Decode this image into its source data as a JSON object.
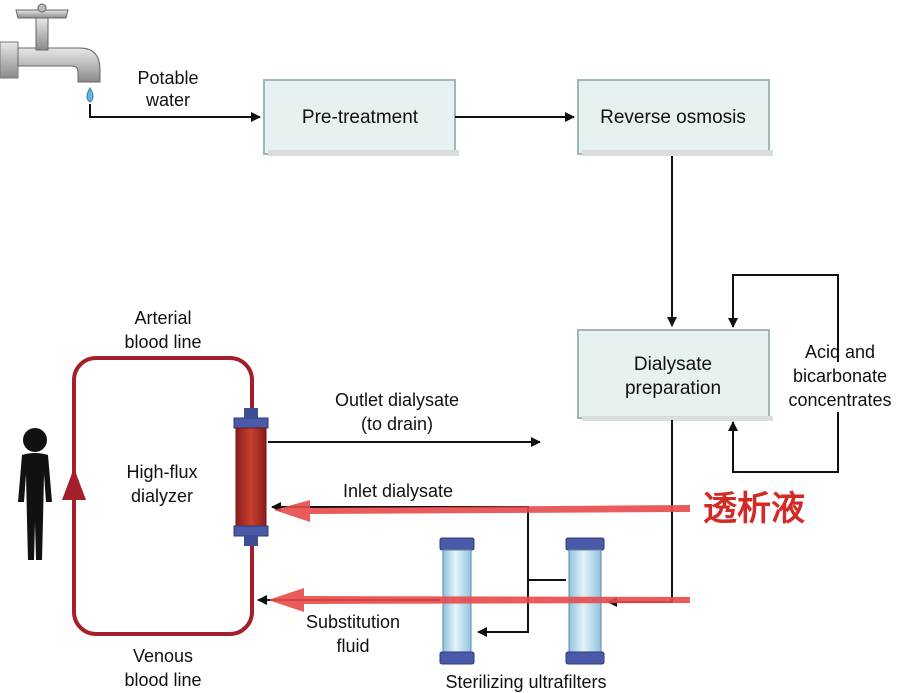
{
  "labels": {
    "potable_water_1": "Potable",
    "potable_water_2": "water",
    "pretreatment": "Pre-treatment",
    "reverse_osmosis": "Reverse osmosis",
    "dialysate_prep_1": "Dialysate",
    "dialysate_prep_2": "preparation",
    "acid_1": "Acid and",
    "acid_2": "bicarbonate",
    "acid_3": "concentrates",
    "arterial_1": "Arterial",
    "arterial_2": "blood line",
    "dialyzer_1": "High-flux",
    "dialyzer_2": "dialyzer",
    "outlet_1": "Outlet dialysate",
    "outlet_2": "(to drain)",
    "inlet": "Inlet dialysate",
    "substitution_1": "Substitution",
    "substitution_2": "fluid",
    "venous_1": "Venous",
    "venous_2": "blood line",
    "ultrafilters": "Sterilizing ultrafilters",
    "chinese_annotation": "透析液"
  },
  "colors": {
    "box_fill": "#e6f2f1",
    "box_border": "#9fb8b6",
    "blood_line": "#a3202a",
    "annotation_red": "#d42a26",
    "filter_blue": "#b7d9ea",
    "cap_blue": "#4a5aa8"
  },
  "icons": [
    "faucet-icon",
    "person-icon",
    "water-drop-icon"
  ]
}
